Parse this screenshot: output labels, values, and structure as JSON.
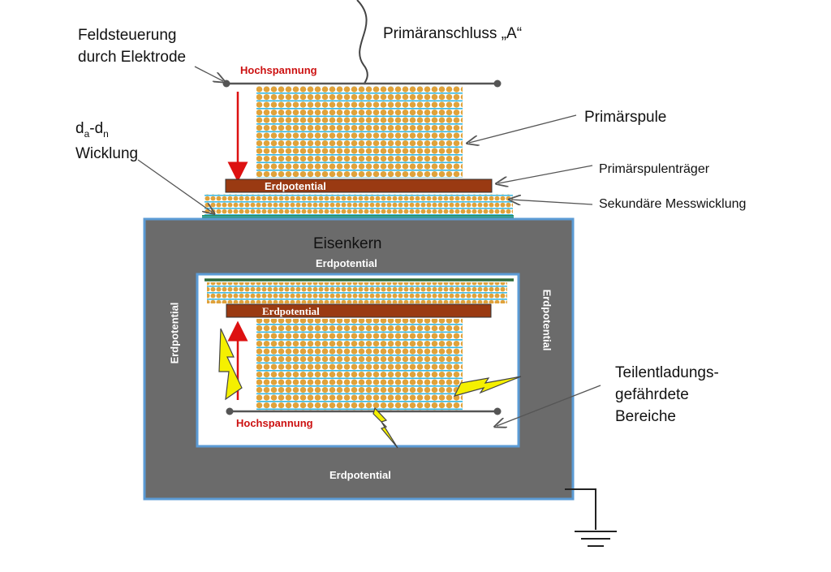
{
  "labels": {
    "feldsteuerung_line1": "Feldsteuerung",
    "feldsteuerung_line2": "durch Elektrode",
    "primaeranschluss": "Primäranschluss „A“",
    "hochspannung_top": "Hochspannung",
    "hochspannung_bottom": "Hochspannung",
    "primaerspule": "Primärspule",
    "wicklung_d": "d",
    "wicklung_sub_a": "a",
    "wicklung_dash": "-d",
    "wicklung_sub_n": "n",
    "wicklung": "Wicklung",
    "erdpotential_top_bar": "Erdpotential",
    "primaerspulentraeger": "Primärspulenträger",
    "sekundaere_messwicklung": "Sekundäre Messwicklung",
    "eisenkern": "Eisenkern",
    "erdpotential_core_top": "Erdpotential",
    "erdpotential_inner_bar": "Erdpotential",
    "erdpotential_left": "Erdpotential",
    "erdpotential_right": "Erdpotential",
    "erdpotential_bottom": "Erdpotential",
    "teilentladung_line1": "Teilentladungs-",
    "teilentladung_line2": "gefährdete",
    "teilentladung_line3": "Bereiche"
  },
  "colors": {
    "core_gray": "#6b6b6b",
    "core_border": "#5b9bd5",
    "winding_orange": "#e0a23a",
    "winding_line": "#35b7e0",
    "carrier_brown": "#9a3a12",
    "arrow_red": "#dd1111",
    "bolt_yellow": "#f5f000",
    "secondary_green": "#2e8b57"
  }
}
